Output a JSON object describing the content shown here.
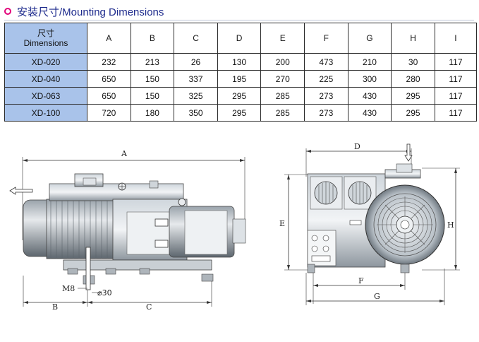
{
  "title": "安装尺寸/Mounting Dimensions",
  "table": {
    "header_cn": "尺寸",
    "header_en": "Dimensions",
    "columns": [
      "A",
      "B",
      "C",
      "D",
      "E",
      "F",
      "G",
      "H",
      "I"
    ],
    "rows": [
      {
        "model": "XD-020",
        "values": [
          "232",
          "213",
          "26",
          "130",
          "200",
          "473",
          "210",
          "30",
          "117"
        ]
      },
      {
        "model": "XD-040",
        "values": [
          "650",
          "150",
          "337",
          "195",
          "270",
          "225",
          "300",
          "280",
          "117"
        ]
      },
      {
        "model": "XD-063",
        "values": [
          "650",
          "150",
          "325",
          "295",
          "285",
          "273",
          "430",
          "295",
          "117"
        ]
      },
      {
        "model": "XD-100",
        "values": [
          "720",
          "180",
          "350",
          "295",
          "285",
          "273",
          "430",
          "295",
          "117"
        ]
      }
    ]
  },
  "drawing": {
    "side": {
      "A": "A",
      "B": "B",
      "C": "C",
      "M8": "M8",
      "dia": "⌀30"
    },
    "front": {
      "D": "D",
      "E": "E",
      "F": "F",
      "G": "G",
      "H": "H"
    }
  },
  "colors": {
    "accent_ring": "#e2007a",
    "title_text": "#1d2a8c",
    "model_cell": "#a9c3ea"
  }
}
